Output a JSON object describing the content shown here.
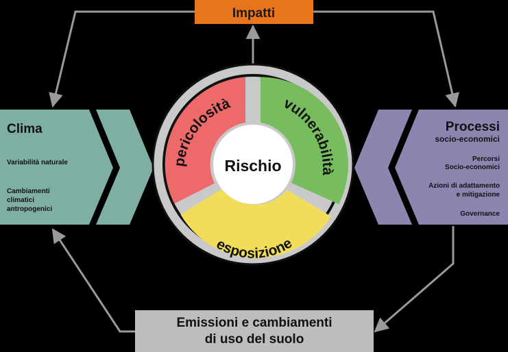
{
  "colors": {
    "background": "#000000",
    "impatti_box": "#E8751E",
    "clima_panel": "#7FAFA4",
    "processi_panel": "#8D84B0",
    "emissioni_box": "#BDBDBD",
    "pericolosita": "#EE6A6A",
    "vulnerabilita": "#77BC5F",
    "esposizione": "#F2DD5A",
    "ring": "#C9C9C9",
    "connector": "#9A9A9A"
  },
  "impatti": {
    "title": "Impatti"
  },
  "clima": {
    "title": "Clima",
    "items": [
      "Variabilità naturale",
      "Cambiamenti",
      "climatici",
      "antropogenici"
    ]
  },
  "processi": {
    "title": "Processi",
    "subtitle": "socio-economici",
    "items": [
      "Percorsi",
      "Socio-economici",
      "Azioni di adattamento",
      "e mitigazione",
      "Governance"
    ]
  },
  "emissioni": {
    "line1": "Emissioni e cambiamenti",
    "line2": "di uso del suolo"
  },
  "rischio": {
    "center": "Rischio",
    "segments": [
      "pericolosità",
      "vulnerabilità",
      "esposizione"
    ]
  }
}
